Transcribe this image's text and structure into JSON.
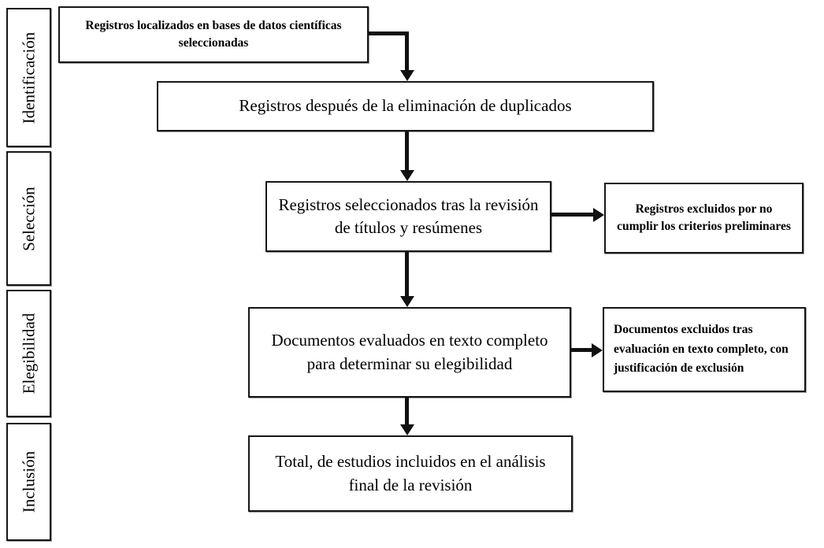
{
  "diagram": {
    "title": "PRISMA flow diagram (Spanish)",
    "colors": {
      "background": "#ffffff",
      "border": "#161616",
      "text": "#000000",
      "arrow": "#111111"
    },
    "phases": [
      {
        "label": "Identificación"
      },
      {
        "label": "Selección"
      },
      {
        "label": "Elegibilidad"
      },
      {
        "label": "Inclusión"
      }
    ],
    "nodes": {
      "located": {
        "text": "Registros localizados en bases de datos científicas seleccionadas"
      },
      "deduplicated": {
        "text": "Registros después de la eliminación de duplicados"
      },
      "screened": {
        "text": "Registros seleccionados tras la revisión de títulos y resúmenes"
      },
      "excluded_preliminary": {
        "text": "Registros excluidos por no cumplir los criterios preliminares"
      },
      "fulltext": {
        "text": "Documentos evaluados en texto completo para determinar su elegibilidad"
      },
      "excluded_fulltext": {
        "text": "Documentos excluidos tras evaluación en texto completo, con justificación de exclusión"
      },
      "included": {
        "text": "Total, de estudios incluidos en el análisis final de la revisión"
      }
    }
  }
}
